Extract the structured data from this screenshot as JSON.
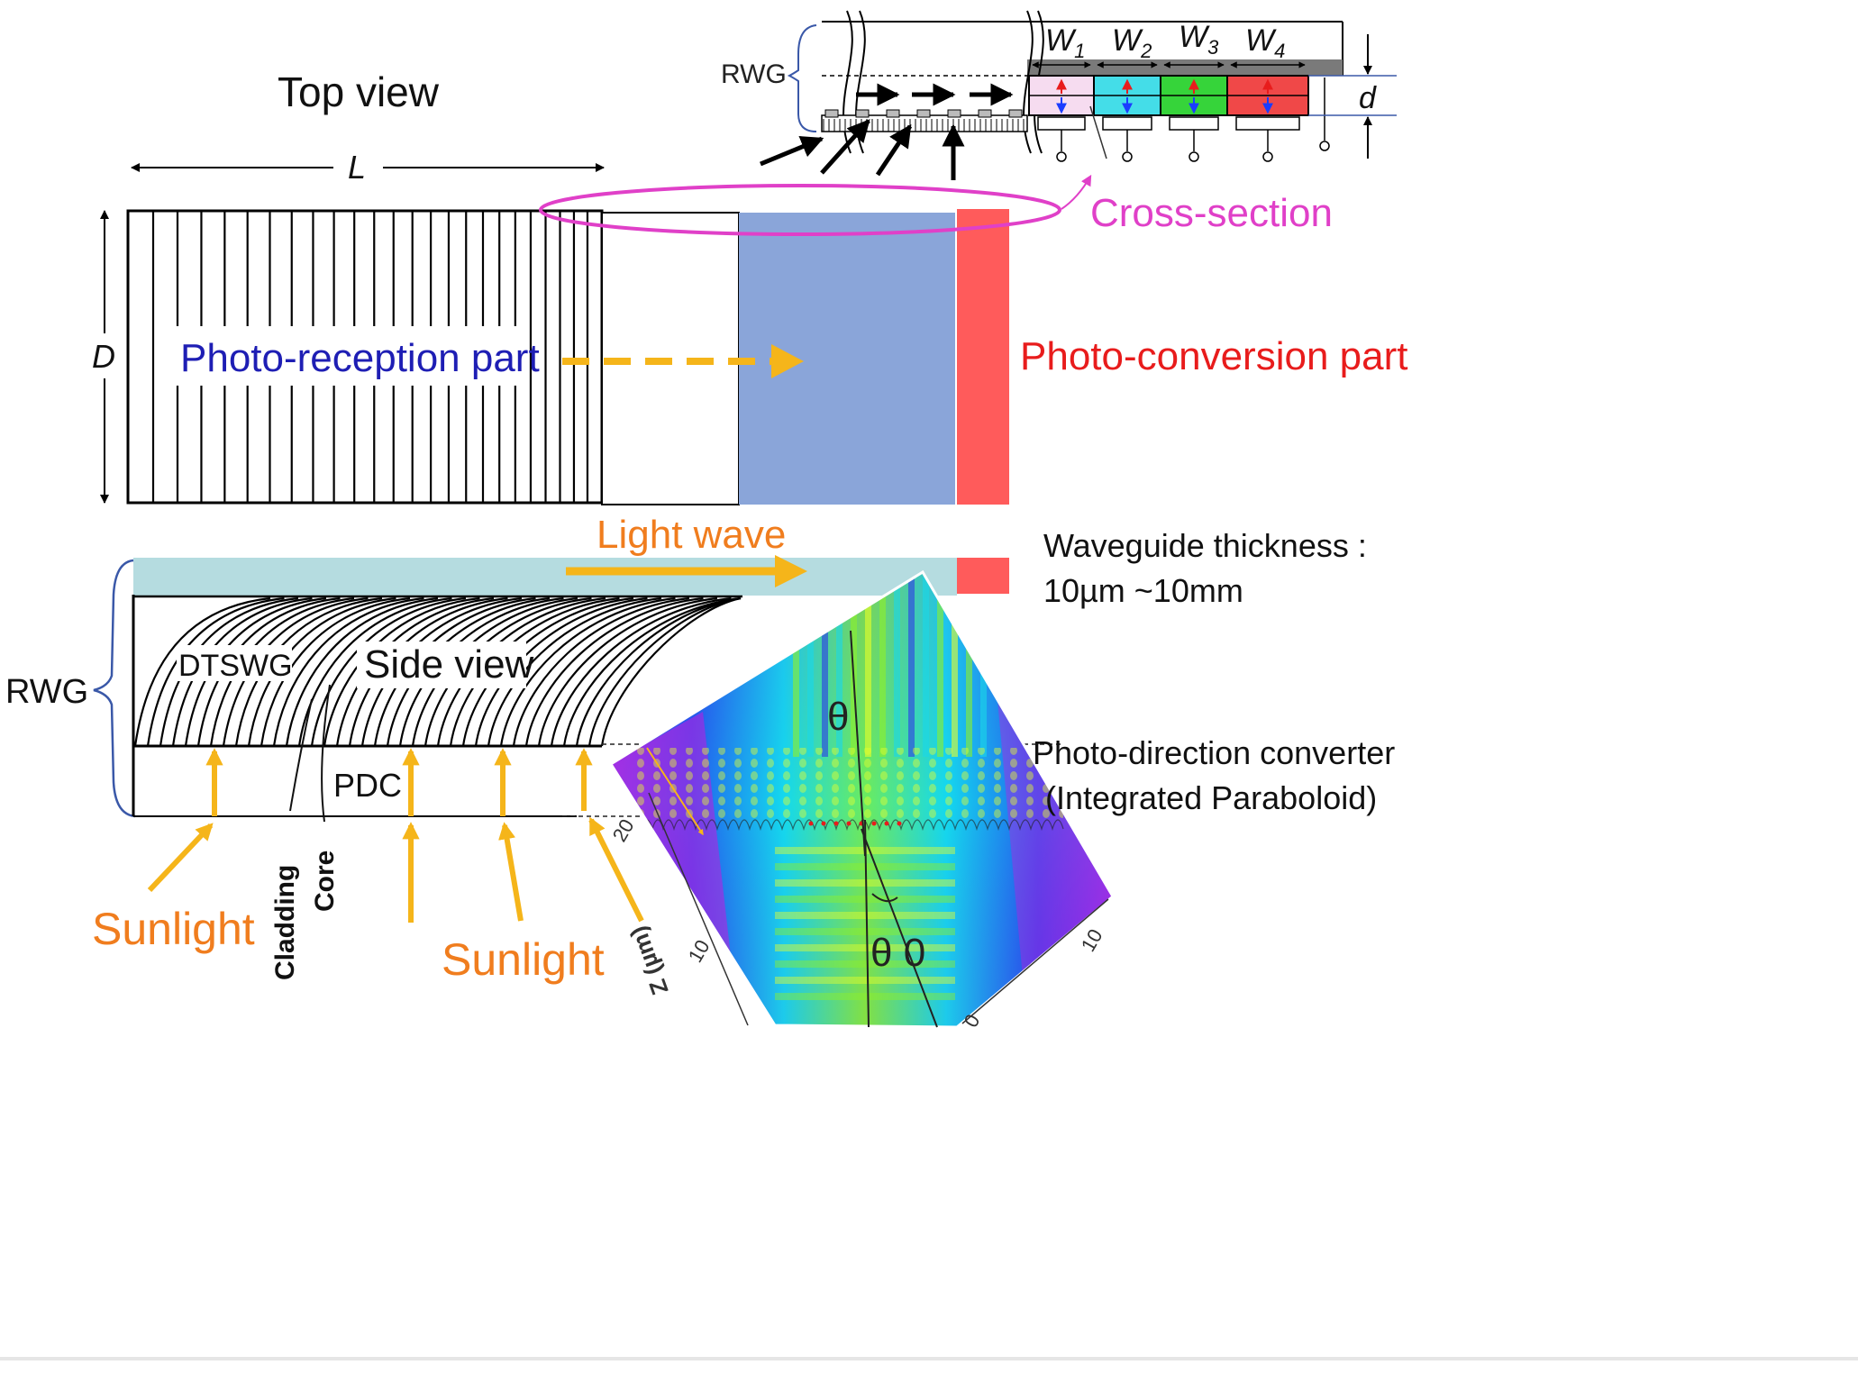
{
  "labels": {
    "top_view": "Top view",
    "length": "L",
    "depth": "D",
    "photo_reception": "Photo-reception part",
    "photo_conversion": "Photo-conversion part",
    "cross_section": "Cross-section",
    "light_wave": "Light wave",
    "waveguide_thickness": "Waveguide thickness :",
    "thickness_range": "10µm ~10mm",
    "rwg_side": "RWG",
    "rwg_inset": "RWG",
    "dtswg": "DTSWG",
    "side_view": "Side view",
    "pdc": "PDC",
    "cladding": "Cladding",
    "core": "Core",
    "sunlight_left": "Sunlight",
    "sunlight_center": "Sunlight",
    "pd_converter": "Photo-direction converter",
    "integrated_paraboloid": "(Integrated Paraboloid)",
    "theta": "θ",
    "theta0": "θ 0",
    "z_axis": "Z (µm)",
    "tick_20": "20",
    "tick_10": "10",
    "tick_0": "0",
    "tick_10_right": "10",
    "d_label": "d",
    "w1": "W",
    "w1_sub": "1",
    "w2": "W",
    "w2_sub": "2",
    "w3": "W",
    "w3_sub": "3",
    "w4": "W",
    "w4_sub": "4"
  },
  "colors": {
    "reception_text": "#1e1eb4",
    "conversion_text": "#e81c1c",
    "cross_section": "#e040c8",
    "light_wave": "#f07d1e",
    "sunlight_text": "#f07d1e",
    "arrow_yellow": "#f5b51a",
    "blue_band": "#8aa5d9",
    "red_band": "#ff5b5b",
    "waveguide": "#b5dce0",
    "cell_1": "#f6dcf0",
    "cell_2": "#44dde8",
    "cell_3": "#36d43a",
    "cell_4": "#f04848"
  }
}
